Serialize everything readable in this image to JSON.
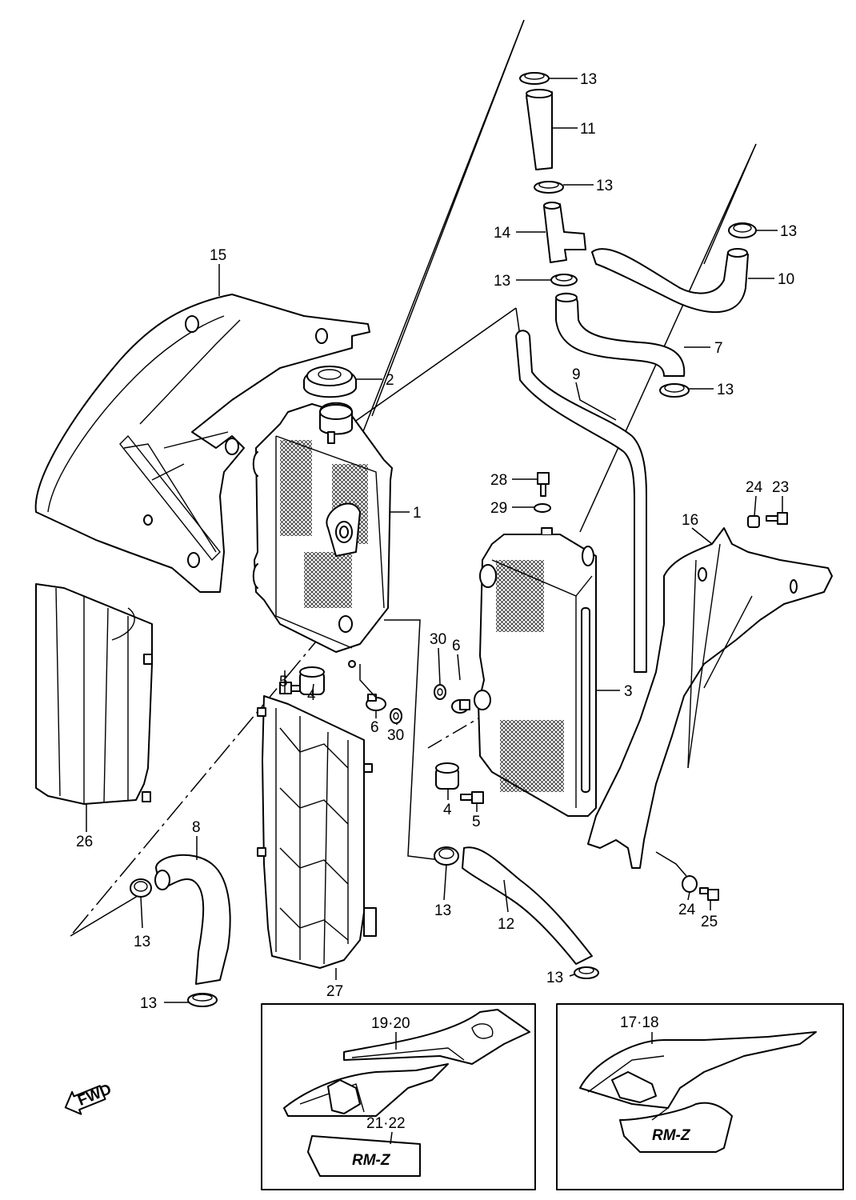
{
  "diagram": {
    "fwd_label": "FWD",
    "inset_left": {
      "decal_upper_callout": "19·20",
      "decal_lower_callout": "21·22",
      "lettering": "RM-Z"
    },
    "inset_right": {
      "decal_callout": "17·18",
      "lettering": "RM-Z"
    },
    "callouts": [
      "13",
      "11",
      "13",
      "14",
      "13",
      "13",
      "10",
      "7",
      "13",
      "9",
      "2",
      "1",
      "15",
      "28",
      "29",
      "24",
      "23",
      "16",
      "3",
      "30",
      "6",
      "5",
      "4",
      "6",
      "30",
      "26",
      "4",
      "5",
      "8",
      "13",
      "13",
      "12",
      "13",
      "24",
      "25",
      "27"
    ]
  }
}
